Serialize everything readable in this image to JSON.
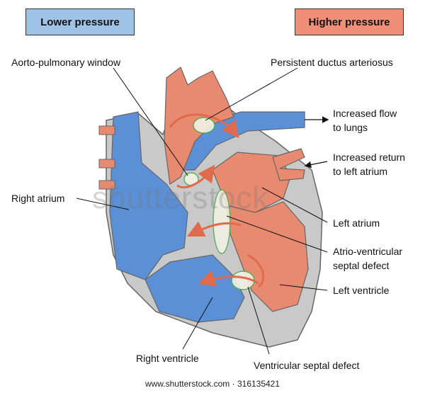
{
  "legend": {
    "lower_pressure": "Lower pressure",
    "higher_pressure": "Higher pressure",
    "lower_color": "#5b8fd6",
    "higher_color": "#e88a70"
  },
  "labels": {
    "aorto_pulmonary_window": "Aorto-pulmonary window",
    "persistent_ductus_arteriosus": "Persistent ductus arteriosus",
    "increased_flow_line1": "Increased flow",
    "increased_flow_line2": "to lungs",
    "increased_return_line1": "Increased return",
    "increased_return_line2": "to left atrium",
    "right_atrium": "Right atrium",
    "left_atrium": "Left atrium",
    "avsd_line1": "Atrio-ventricular",
    "avsd_line2": "septal defect",
    "left_ventricle": "Left ventricle",
    "right_ventricle": "Right ventricle",
    "ventricular_septal_defect": "Ventricular septal defect"
  },
  "watermark": "shutterstock",
  "footer": "www.shutterstock.com · 316135421"
}
